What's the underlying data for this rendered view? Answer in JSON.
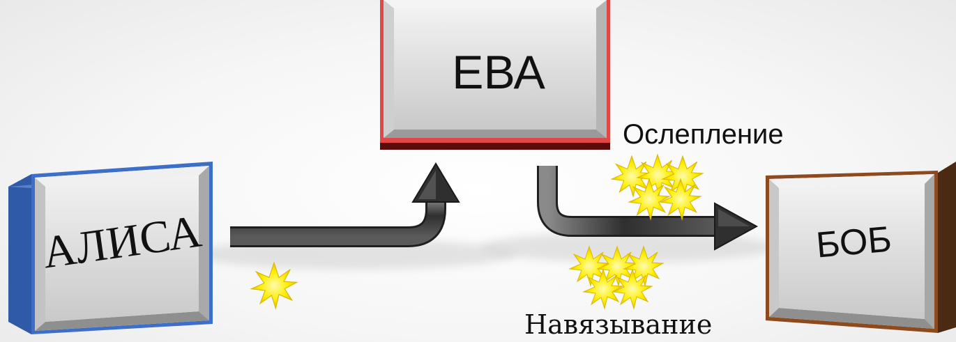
{
  "nodes": {
    "eve": "ЕВА",
    "alice": "АЛИСА",
    "bob": "БОБ"
  },
  "labels": {
    "blinding": "Ослепление",
    "injection": "Навязывание"
  },
  "colors": {
    "eve_border": "#d42a2a",
    "eve_shadow": "#5a0b0b",
    "alice_side": "#2f5aa8",
    "alice_border": "#3d6fc9",
    "bob_side": "#4a2a12",
    "bob_border": "#8c4a1e",
    "box_face": "#dcdcdc",
    "arrow": "#3a3a3a",
    "burst": "#ffee00"
  },
  "icons": {
    "burst": "yellow-starburst-icon",
    "arrow": "curved-arrow"
  }
}
